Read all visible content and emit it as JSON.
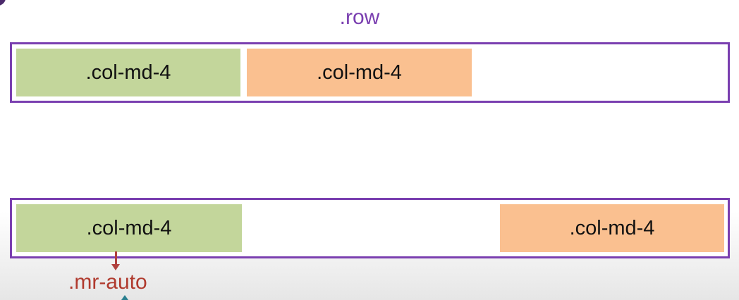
{
  "row_label": ".row",
  "row1": {
    "col1": ".col-md-4",
    "col2": ".col-md-4"
  },
  "row2": {
    "col1": ".col-md-4",
    "col2": ".col-md-4"
  },
  "annotation": ".mr-auto",
  "colors": {
    "row_border": "#7a3fb0",
    "green_col": "#c3d69b",
    "orange_col": "#fac090",
    "annotation": "#b03a2e"
  }
}
